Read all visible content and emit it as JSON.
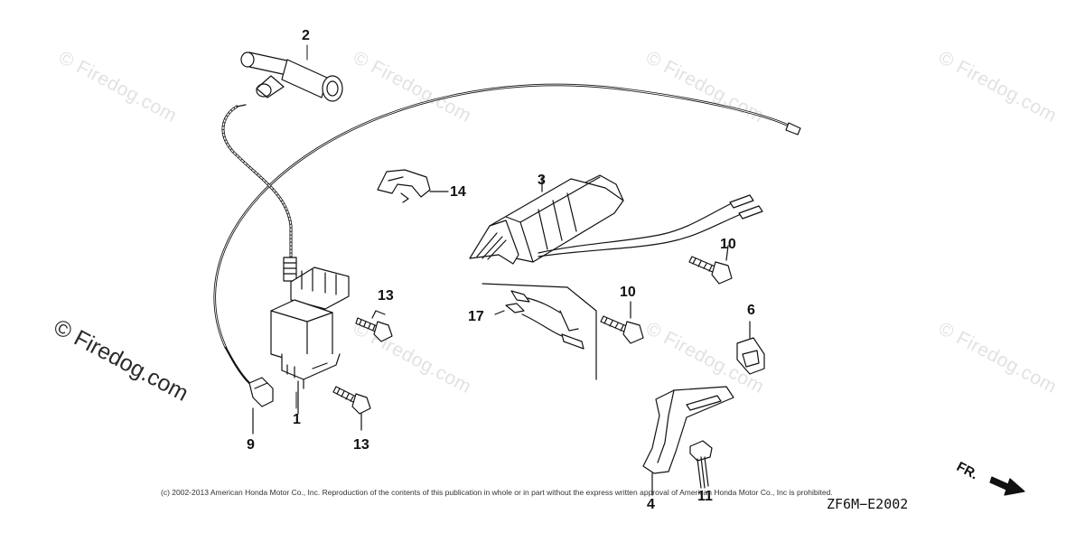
{
  "watermarks": {
    "small_text": "© Firedog.com",
    "big_text": "© Firedog.com"
  },
  "callouts": {
    "c1": "1",
    "c2": "2",
    "c3": "3",
    "c4": "4",
    "c6": "6",
    "c9": "9",
    "c10a": "10",
    "c10b": "10",
    "c11": "11",
    "c13a": "13",
    "c13b": "13",
    "c14": "14",
    "c17": "17"
  },
  "footer": {
    "copyright": "(c) 2002-2013 American Honda Motor Co., Inc. Reproduction of the contents of this publication in whole or in part without the express written approval of American Honda Motor Co., Inc is prohibited.",
    "diagram_code": "ZF6M−E2002",
    "direction_label": "FR."
  },
  "colors": {
    "ink": "#111111",
    "watermark": "#e2e2e2"
  }
}
